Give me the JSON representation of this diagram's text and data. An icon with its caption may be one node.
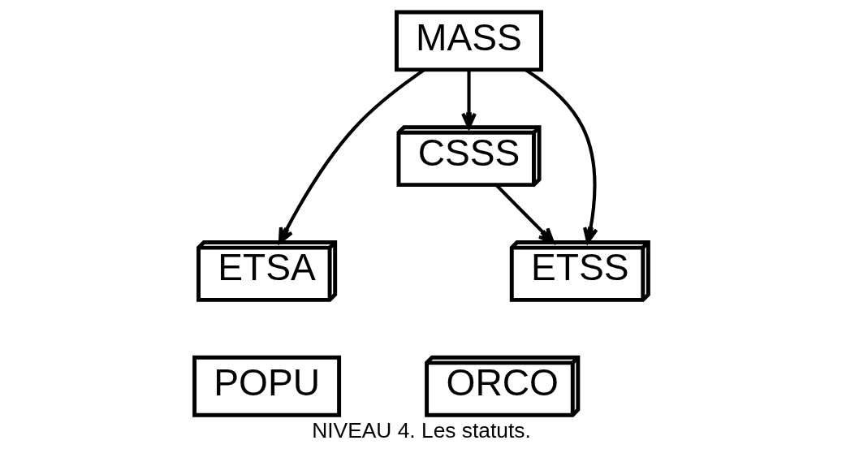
{
  "diagram": {
    "caption": "NIVEAU 4. Les statuts.",
    "nodes": [
      {
        "text": [
          "MASS"
        ]
      },
      {
        "text": [
          "CSSS"
        ]
      },
      {
        "text": [
          "ETSA"
        ]
      },
      {
        "text": [
          "ETSS"
        ]
      },
      {
        "text": [
          "POPU"
        ]
      },
      {
        "text": [
          "ORCO"
        ]
      }
    ],
    "edges": [
      {
        "from": 0,
        "to": 2,
        "arrow": "to"
      },
      {
        "from": 0,
        "to": 1,
        "arrow": "to"
      },
      {
        "from": 0,
        "to": 3,
        "arrow": "to"
      },
      {
        "from": 1,
        "to": 3,
        "arrow": "to"
      }
    ]
  }
}
